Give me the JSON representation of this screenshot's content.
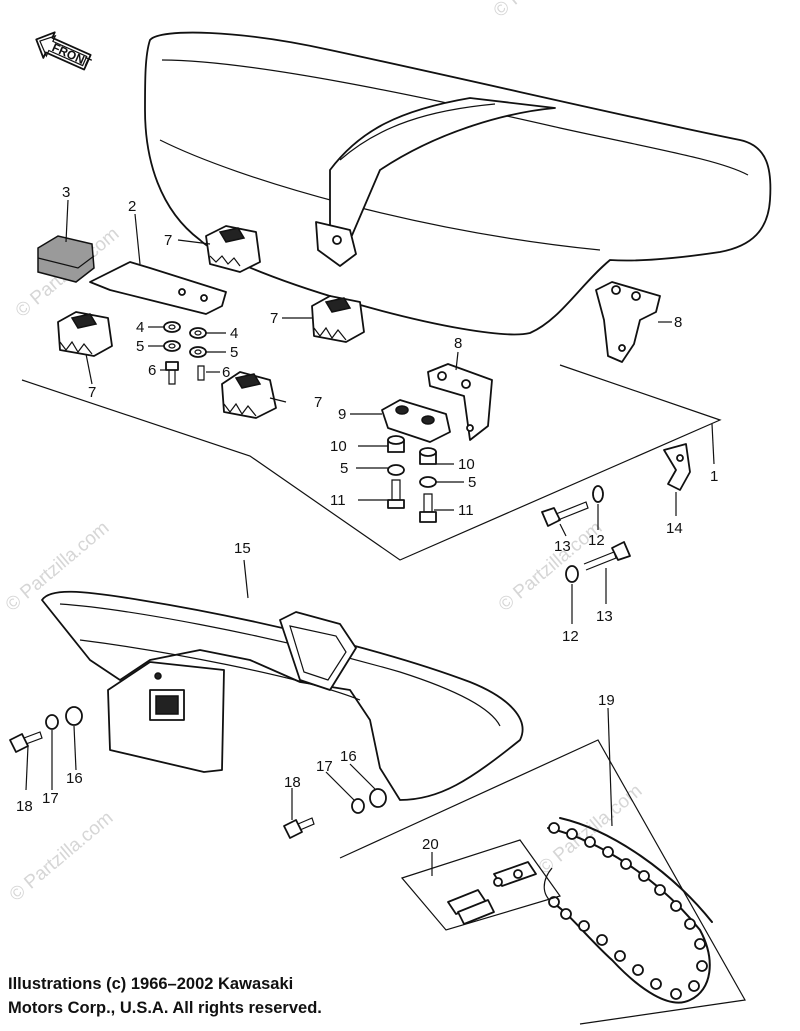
{
  "watermark": "© Partzilla.com",
  "front_arrow_label": "FRONT",
  "callouts": {
    "c1": "1",
    "c2": "2",
    "c3": "3",
    "c4a": "4",
    "c4b": "4",
    "c5a": "5",
    "c5b": "5",
    "c5c": "5",
    "c5d": "5",
    "c6a": "6",
    "c6b": "6",
    "c7a": "7",
    "c7b": "7",
    "c7c": "7",
    "c7d": "7",
    "c8a": "8",
    "c8b": "8",
    "c9": "9",
    "c10a": "10",
    "c10b": "10",
    "c11a": "11",
    "c11b": "11",
    "c12a": "12",
    "c12b": "12",
    "c13a": "13",
    "c13b": "13",
    "c14": "14",
    "c15": "15",
    "c16a": "16",
    "c16b": "16",
    "c17a": "17",
    "c17b": "17",
    "c18a": "18",
    "c18b": "18",
    "c19": "19",
    "c20": "20"
  },
  "copyright": {
    "line1": "Illustrations (c) 1966–2002 Kawasaki",
    "line2": "Motors Corp., U.S.A.  All rights reserved."
  }
}
